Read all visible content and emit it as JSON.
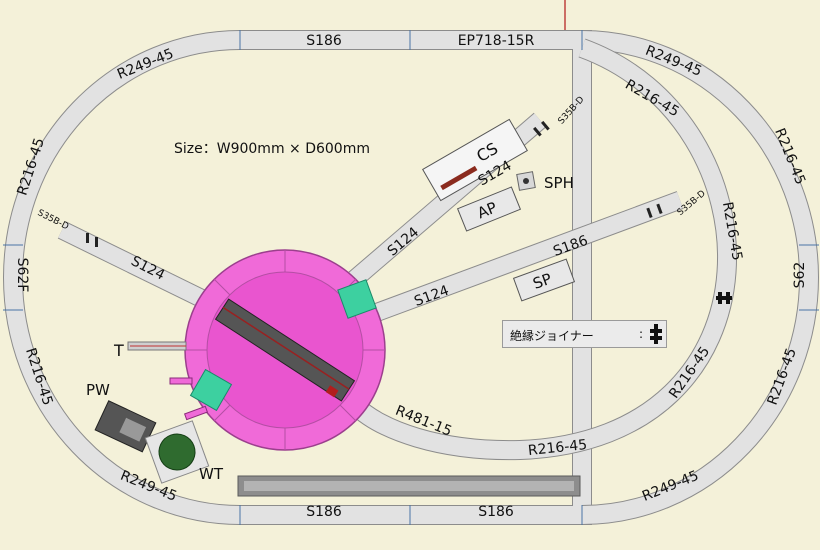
{
  "size_label": "Size：W900mm × D600mm",
  "legend": {
    "label": "絶縁ジョイナー",
    "colon": ":"
  },
  "colors": {
    "bg": "#f4f1d9",
    "track": "#e2e2e2",
    "track_edge": "#8c8c8c",
    "turntable": "#f06ad8",
    "pit": "#e955cf",
    "stall": "#3dd0a0",
    "bridge": "#555555"
  },
  "track_labels": {
    "top_s186": "S186",
    "top_ep": "EP718-15R",
    "top_left_curve": "R249-45",
    "top_right_curve": "R249-45",
    "inner_top_right": "R216-45",
    "outer_right_upper": "R216-45",
    "left_upper": "R216-45",
    "left_s62": "S62F",
    "left_lower": "R216-45",
    "right_s62": "S62",
    "outer_right_lower": "R216-45",
    "inner_right_upper": "R216-45",
    "inner_right_lower": "R216-45",
    "inner_bottom": "R216-45",
    "bottom_left_curve": "R249-45",
    "bottom_right_curve": "R249-45",
    "bottom_s186_left": "S186",
    "bottom_s186_right": "S186",
    "r481": "R481-15",
    "spur_left_s124": "S124",
    "spur_left_end": "S35B-D",
    "spur_mid_s124": "S124",
    "spur_cs_s124": "S124",
    "spur_cs_end": "S35B-D",
    "spur_sp_s124": "S124",
    "spur_sp_s186": "S186",
    "spur_sp_end": "S35B-D"
  },
  "structures": {
    "cs": "CS",
    "ap": "AP",
    "sp": "SP",
    "sph": "SPH",
    "pw": "PW",
    "wt": "WT",
    "t": "T"
  }
}
